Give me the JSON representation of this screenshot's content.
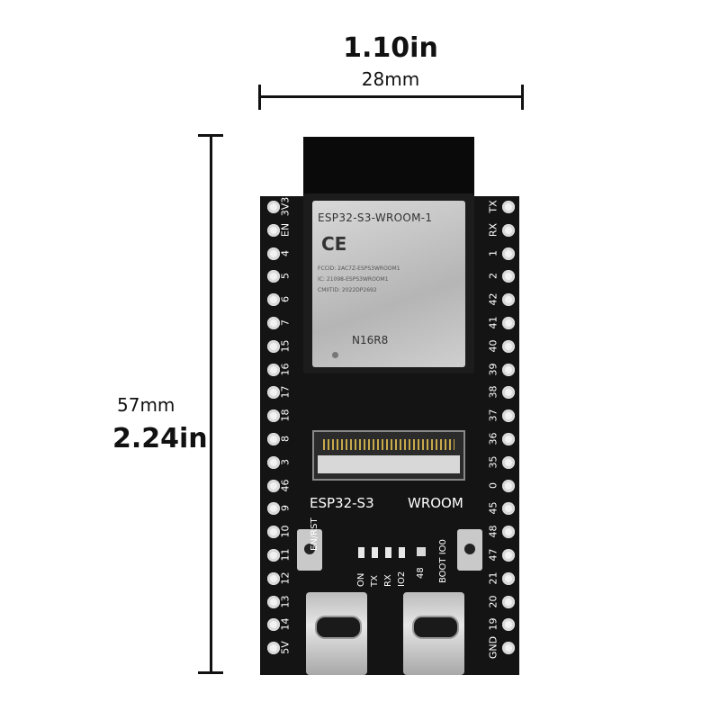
{
  "dimensions": {
    "width_in": "1.10in",
    "width_mm": "28mm",
    "height_mm": "57mm",
    "height_in": "2.24in"
  },
  "board": {
    "module_name": "ESP32-S3-WROOM-1",
    "ce_mark": "CE",
    "fcc_line": "FCCID: 2AC7Z-ESPS3WROOM1",
    "ic_line": "IC: 21098-ESPS3WROOM1",
    "cmiit_line": "CMIITID: 2022DP2692",
    "module_variant": "N16R8",
    "silk_title_left": "ESP32-S3",
    "silk_title_right": "WROOM",
    "button_left_label": "EN/RST",
    "button_right_label": "BOOT IO0",
    "led_labels": [
      "ON",
      "TX",
      "RX",
      "IO2",
      "48"
    ],
    "left_pins": [
      "3V3",
      "EN",
      "4",
      "5",
      "6",
      "7",
      "15",
      "16",
      "17",
      "18",
      "8",
      "3",
      "46",
      "9",
      "10",
      "11",
      "12",
      "13",
      "14",
      "5V"
    ],
    "right_pins": [
      "TX",
      "RX",
      "1",
      "2",
      "42",
      "41",
      "40",
      "39",
      "38",
      "37",
      "36",
      "35",
      "0",
      "45",
      "48",
      "47",
      "21",
      "20",
      "19",
      "GND"
    ]
  },
  "colors": {
    "pcb": "#141414",
    "module_shield": "#c8c8c8",
    "silk": "#ffffff",
    "pad": "#e6e6e6"
  }
}
